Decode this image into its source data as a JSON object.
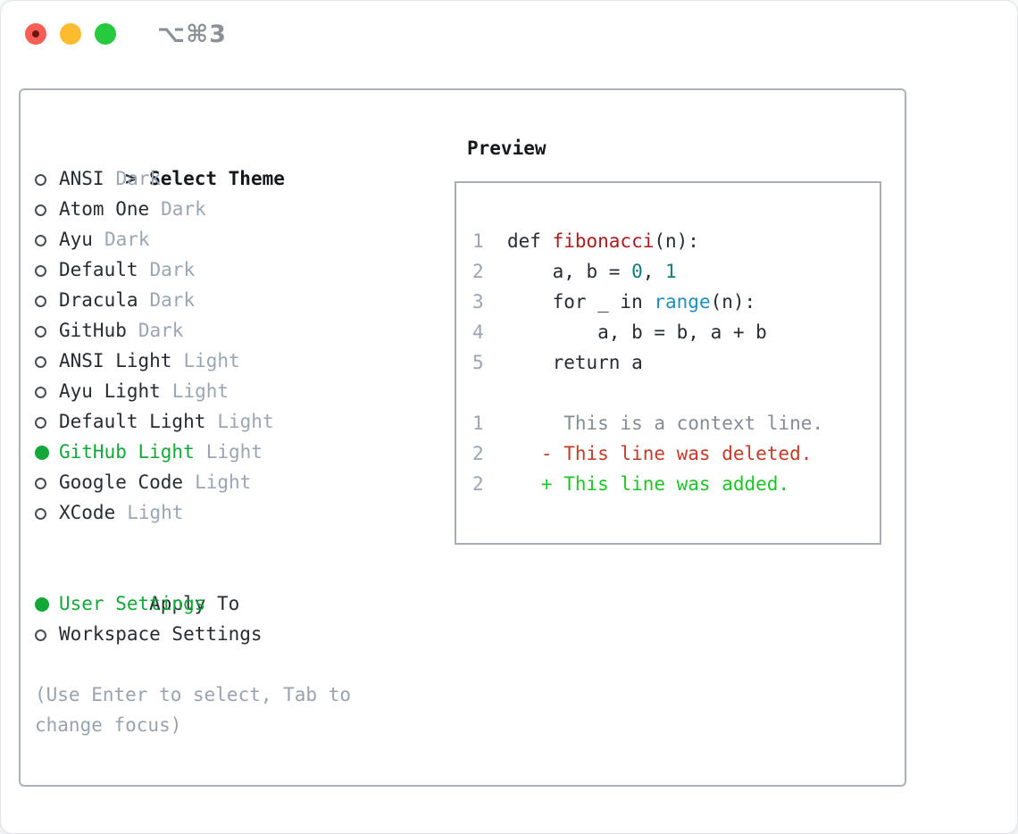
{
  "window": {
    "title": "⌥⌘3",
    "traffic_lights": [
      {
        "name": "close",
        "color": "#f95e56"
      },
      {
        "name": "minimize",
        "color": "#fdbc2f"
      },
      {
        "name": "zoom",
        "color": "#27c93f"
      }
    ]
  },
  "theme_panel": {
    "header": {
      "cursor": ">",
      "label": "Select Theme"
    },
    "themes": [
      {
        "name": "ANSI",
        "tag": "Dark",
        "selected": false
      },
      {
        "name": "Atom One",
        "tag": "Dark",
        "selected": false
      },
      {
        "name": "Ayu",
        "tag": "Dark",
        "selected": false
      },
      {
        "name": "Default",
        "tag": "Dark",
        "selected": false
      },
      {
        "name": "Dracula",
        "tag": "Dark",
        "selected": false
      },
      {
        "name": "GitHub",
        "tag": "Dark",
        "selected": false
      },
      {
        "name": "ANSI Light",
        "tag": "Light",
        "selected": false
      },
      {
        "name": "Ayu Light",
        "tag": "Light",
        "selected": false
      },
      {
        "name": "Default Light",
        "tag": "Light",
        "selected": false
      },
      {
        "name": "GitHub Light",
        "tag": "Light",
        "selected": true
      },
      {
        "name": "Google Code",
        "tag": "Light",
        "selected": false
      },
      {
        "name": "XCode",
        "tag": "Light",
        "selected": false
      }
    ],
    "apply_to": {
      "label": "Apply To",
      "options": [
        {
          "label": "User Settings",
          "selected": true
        },
        {
          "label": "Workspace Settings",
          "selected": false
        }
      ]
    },
    "help": {
      "line1": "(Use Enter to select, Tab to",
      "line2": "change focus)"
    }
  },
  "preview": {
    "title": "Preview",
    "lines": [
      {
        "num": "1",
        "tokens": [
          {
            "text": "def ",
            "color": "code"
          },
          {
            "text": "fibonacci",
            "color": "fn"
          },
          {
            "text": "(n):",
            "color": "code"
          }
        ]
      },
      {
        "num": "2",
        "tokens": [
          {
            "text": "    a, b = ",
            "color": "code"
          },
          {
            "text": "0",
            "color": "num"
          },
          {
            "text": ", ",
            "color": "code"
          },
          {
            "text": "1",
            "color": "num"
          }
        ]
      },
      {
        "num": "3",
        "tokens": [
          {
            "text": "    for _ in ",
            "color": "code"
          },
          {
            "text": "range",
            "color": "builtin"
          },
          {
            "text": "(n):",
            "color": "code"
          }
        ]
      },
      {
        "num": "4",
        "tokens": [
          {
            "text": "        a, b = b, a + b",
            "color": "code"
          }
        ]
      },
      {
        "num": "5",
        "tokens": [
          {
            "text": "    return a",
            "color": "code"
          }
        ]
      },
      {
        "num": "",
        "tokens": []
      },
      {
        "num": "1",
        "tokens": [
          {
            "text": "     This is a context line.",
            "color": "ctx"
          }
        ]
      },
      {
        "num": "2",
        "tokens": [
          {
            "text": "   - This line was deleted.",
            "color": "del"
          }
        ]
      },
      {
        "num": "2",
        "tokens": [
          {
            "text": "   + This line was added.",
            "color": "add"
          }
        ]
      }
    ]
  },
  "colors": {
    "selection_green": "#11a838",
    "diff_added_green": "#1ec427",
    "diff_deleted_red": "#c43b28",
    "context_gray": "#848d96",
    "function_red": "#a81c1c",
    "number_teal": "#0e7d78",
    "builtin_blue": "#1e8ec4",
    "text_dark": "#272c33",
    "muted_gray": "#9aa6b4",
    "panel_border": "#aab1bb"
  }
}
